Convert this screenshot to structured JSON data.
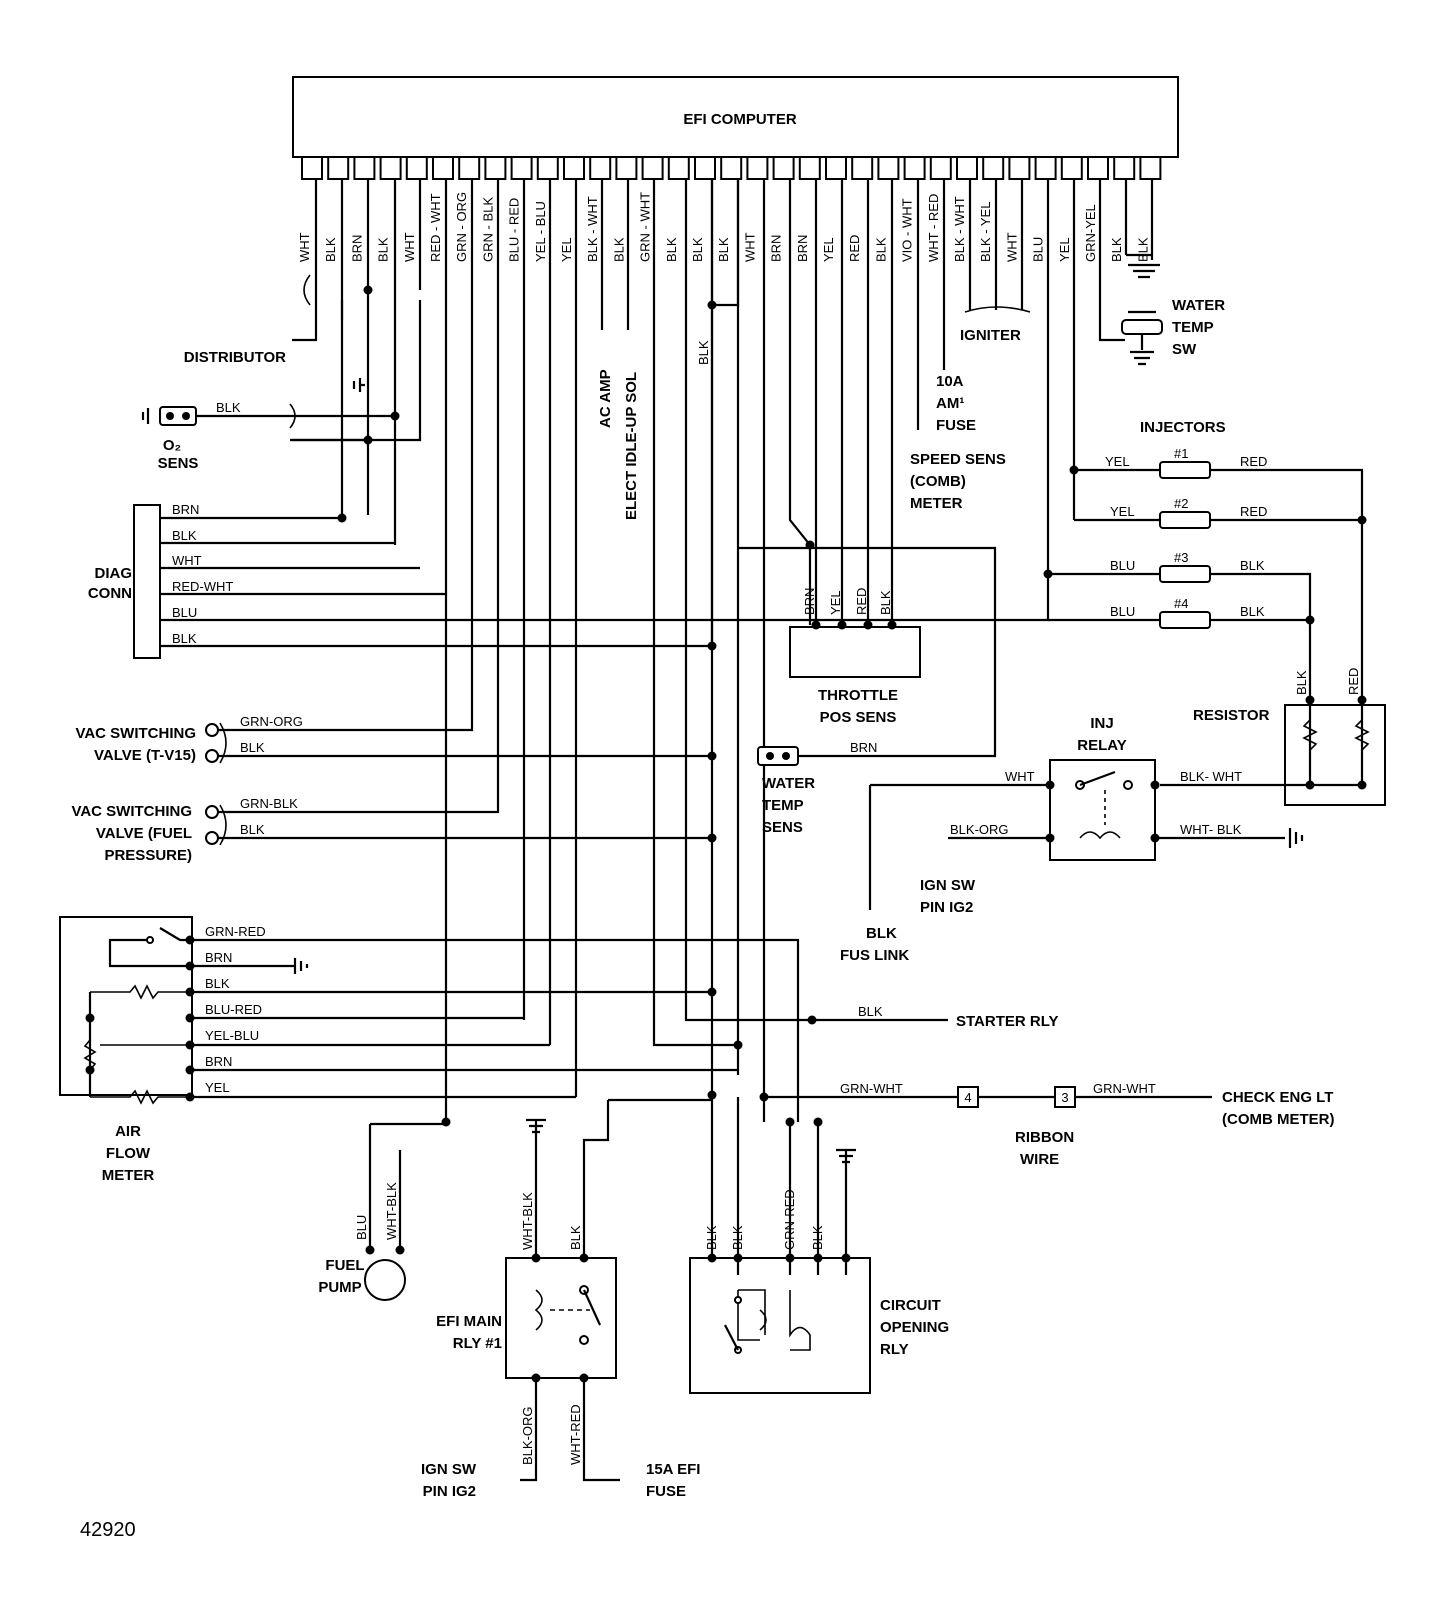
{
  "ecu": {
    "title": "EFI COMPUTER",
    "pins": [
      "WHT",
      "BLK",
      "BRN",
      "BLK",
      "WHT",
      "RED - WHT",
      "GRN - ORG",
      "GRN - BLK",
      "BLU - RED",
      "YEL - BLU",
      "YEL",
      "BLK - WHT",
      "BLK",
      "GRN - WHT",
      "BLK",
      "BLK",
      "BLK",
      "WHT",
      "BRN",
      "BRN",
      "YEL",
      "RED",
      "BLK",
      "VIO - WHT",
      "WHT - RED",
      "BLK - WHT",
      "BLK - YEL",
      "WHT",
      "BLU",
      "YEL",
      "GRN-YEL",
      "BLK",
      "BLK"
    ]
  },
  "components": {
    "distributor": "DISTRIBUTOR",
    "o2_line1": "O₂",
    "o2_line2": "SENS",
    "diag_line1": "DIAG",
    "diag_line2": "CONN",
    "vac1_line1": "VAC SWITCHING",
    "vac1_line2": "VALVE (T-V15)",
    "vac2_line1": "VAC SWITCHING",
    "vac2_line2": "VALVE (FUEL",
    "vac2_line3": "PRESSURE)",
    "afm_line1": "AIR",
    "afm_line2": "FLOW",
    "afm_line3": "METER",
    "pump_line1": "FUEL",
    "pump_line2": "PUMP",
    "efi_relay_line1": "EFI MAIN",
    "efi_relay_line2": "RLY #1",
    "cor_line1": "CIRCUIT",
    "cor_line2": "OPENING",
    "cor_line3": "RLY",
    "ign_sw1_line1": "IGN SW",
    "ign_sw1_line2": "PIN IG2",
    "fuse15_line1": "15A EFI",
    "fuse15_line2": "FUSE",
    "ac_amp": "AC AMP",
    "idle_sol": "ELECT IDLE-UP SOL",
    "tps_line1": "THROTTLE",
    "tps_line2": "POS SENS",
    "wts_line1": "WATER",
    "wts_line2": "TEMP",
    "wts_line3": "SENS",
    "fuse10_line1": "10A",
    "fuse10_line2": "AM¹",
    "fuse10_line3": "FUSE",
    "speed_line1": "SPEED SENS",
    "speed_line2": "(COMB)",
    "speed_line3": "METER",
    "igniter": "IGNITER",
    "wtsw_line1": "WATER",
    "wtsw_line2": "TEMP",
    "wtsw_line3": "SW",
    "injectors": "INJECTORS",
    "inj_labels": [
      "#1",
      "#2",
      "#3",
      "#4"
    ],
    "resistor": "RESISTOR",
    "inj_relay_line1": "INJ",
    "inj_relay_line2": "RELAY",
    "ign_sw2_line1": "IGN SW",
    "ign_sw2_line2": "PIN IG2",
    "fus_link_line1": "BLK",
    "fus_link_line2": "FUS LINK",
    "starter": "STARTER RLY",
    "check_line1": "CHECK ENG LT",
    "check_line2": "(COMB METER)",
    "ribbon_line1": "RIBBON",
    "ribbon_line2": "WIRE",
    "conn4": "4",
    "conn3": "3"
  },
  "wires": {
    "o2_blk": "BLK",
    "diag": [
      "BRN",
      "BLK",
      "WHT",
      "RED-WHT",
      "BLU",
      "BLK"
    ],
    "vac1_a": "GRN-ORG",
    "vac1_b": "BLK",
    "vac2_a": "GRN-BLK",
    "vac2_b": "BLK",
    "afm": [
      "GRN-RED",
      "BRN",
      "BLK",
      "BLU-RED",
      "YEL-BLU",
      "BRN",
      "YEL"
    ],
    "starter_blk": "BLK",
    "check_a": "GRN-WHT",
    "check_b": "GRN-WHT",
    "tps": [
      "BRN",
      "YEL",
      "RED",
      "BLK"
    ],
    "wts_brn": "BRN",
    "inj_left": [
      "YEL",
      "YEL",
      "BLU",
      "BLU"
    ],
    "inj_right": [
      "RED",
      "RED",
      "BLK",
      "BLK"
    ],
    "res_blk": "BLK",
    "res_red": "RED",
    "relay_wht": "WHT",
    "relay_blk_wht": "BLK- WHT",
    "relay_blk_org": "BLK-ORG",
    "relay_wht_blk": "WHT- BLK",
    "blk_vertical": "BLK",
    "pump_blu": "BLU",
    "pump_wht_blk": "WHT-BLK",
    "efi_wht_blk": "WHT-BLK",
    "efi_blk": "BLK",
    "efi_blk_org": "BLK-ORG",
    "efi_wht_red": "WHT-RED",
    "cor_pins": [
      "BLK",
      "BLK",
      "GRN-RED",
      "BLK"
    ]
  },
  "figure_number": "42920"
}
